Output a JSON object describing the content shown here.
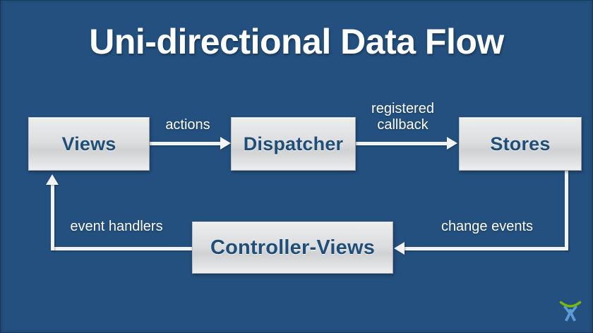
{
  "slide": {
    "title": "Uni-directional Data Flow",
    "background_color": "#23507E",
    "node_text_color": "#1F4E79",
    "connector_color": "#F2F3F4",
    "label_color": "#FFFFFF"
  },
  "nodes": [
    {
      "id": "views",
      "label": "Views"
    },
    {
      "id": "dispatcher",
      "label": "Dispatcher"
    },
    {
      "id": "stores",
      "label": "Stores"
    },
    {
      "id": "controller-views",
      "label": "Controller-Views"
    }
  ],
  "edges": [
    {
      "id": "actions",
      "label": "actions",
      "from": "views",
      "to": "dispatcher",
      "direction": "right"
    },
    {
      "id": "callback",
      "label": "registered\ncallback",
      "from": "dispatcher",
      "to": "stores",
      "direction": "right"
    },
    {
      "id": "change",
      "label": "change events",
      "from": "stores",
      "to": "controller-views",
      "direction": "left"
    },
    {
      "id": "events",
      "label": "event handlers",
      "from": "controller-views",
      "to": "views",
      "direction": "up"
    }
  ],
  "logo": {
    "name": "brand-logo",
    "arc_color": "#7AB800",
    "figure_color": "#5B9BD5"
  }
}
